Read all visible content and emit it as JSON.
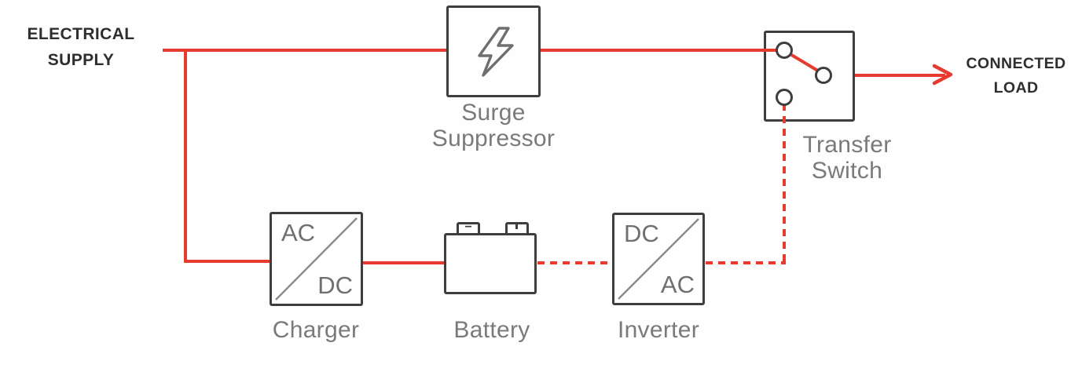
{
  "colors": {
    "wire_red": "#e73b30",
    "box_border": "#3e3e3e",
    "label_gray": "#7a7a7a",
    "icon_gray": "#6f6f6f",
    "title_dark": "#2e2e2e",
    "background": "#fefefe"
  },
  "electrical_supply": {
    "line1": "ELECTRICAL",
    "line2": "SUPPLY"
  },
  "connected_load": {
    "line1": "CONNECTED",
    "line2": "LOAD"
  },
  "components": {
    "surge_suppressor": {
      "label_line1": "Surge",
      "label_line2": "Suppressor",
      "icon": "lightning-bolt-icon"
    },
    "transfer_switch": {
      "label_line1": "Transfer",
      "label_line2": "Switch"
    },
    "charger": {
      "label": "Charger",
      "corner_top_left": "AC",
      "corner_bottom_right": "DC"
    },
    "battery": {
      "label": "Battery",
      "negative_mark": "−"
    },
    "inverter": {
      "label": "Inverter",
      "corner_top_left": "DC",
      "corner_bottom_right": "AC"
    }
  }
}
